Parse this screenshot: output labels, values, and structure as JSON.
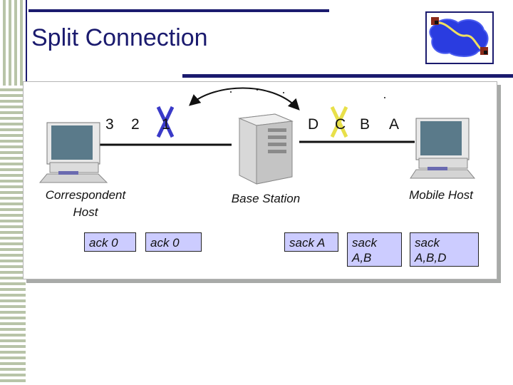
{
  "slide": {
    "title": "Split Connection"
  },
  "packets": {
    "left": [
      "3",
      "2",
      "1"
    ],
    "right": [
      "D",
      "C",
      "B",
      "A"
    ]
  },
  "nodes": {
    "correspondent_line1": "Correspondent",
    "correspondent_line2": "Host",
    "base_station": "Base Station",
    "mobile_host": "Mobile Host"
  },
  "acks": {
    "ack0_left": "ack 0",
    "ack0_right": "ack 0",
    "sack_a": "sack A",
    "sack_ab_line1": "sack",
    "sack_ab_line2": "A,B",
    "sack_abd_line1": "sack",
    "sack_abd_line2": "A,B,D"
  },
  "colors": {
    "title": "#1a1a6e",
    "ack_box": "#ccccff",
    "drop_left": "#3a3ac8",
    "drop_right": "#e8e04a",
    "panel_shadow": "#a8aaa8"
  },
  "icons": [
    "computer-icon",
    "server-icon",
    "network-logo-icon",
    "drop-x-icon"
  ]
}
